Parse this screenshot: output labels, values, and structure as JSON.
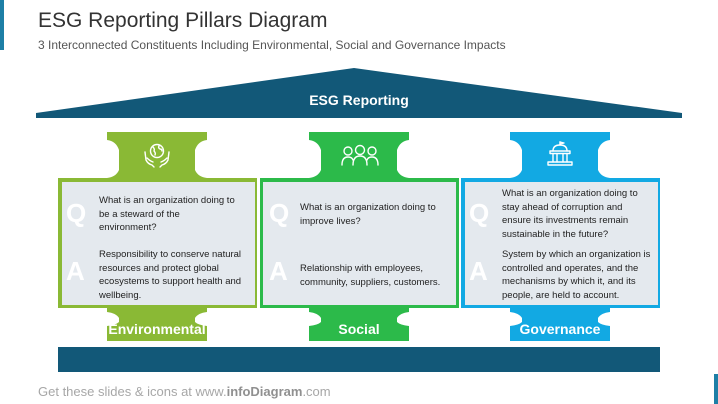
{
  "header": {
    "title": "ESG Reporting Pillars Diagram",
    "subtitle": "3 Interconnected Constituents Including  Environmental, Social and Governance Impacts"
  },
  "roof": {
    "label": "ESG Reporting"
  },
  "pillars": [
    {
      "name": "Environmental",
      "icon": "globe-in-hands-icon",
      "color": "#8ab935",
      "q_letter": "Q",
      "a_letter": "A",
      "question": "What is an organization doing to be a steward of the environment?",
      "answer": "Responsibility to conserve natural resources and protect global ecosystems to support health and wellbeing."
    },
    {
      "name": "Social",
      "icon": "people-group-icon",
      "color": "#2cba4a",
      "q_letter": "Q",
      "a_letter": "A",
      "question": "What is an organization doing to improve lives?",
      "answer": "Relationship with employees, community, suppliers, customers."
    },
    {
      "name": "Governance",
      "icon": "government-building-icon",
      "color": "#12a9e3",
      "q_letter": "Q",
      "a_letter": "A",
      "question": "What is an organization doing to stay ahead of corruption and ensure its investments remain sustainable in the future?",
      "answer": "System by which an organization is controlled and operates, and the mechanisms by which it, and its people, are held to account."
    }
  ],
  "colors": {
    "roof": "#125878",
    "base": "#125878",
    "panel": "#e4e9ee"
  },
  "footer": {
    "prefix": "Get these slides & icons at www.",
    "brand": "infoDiagram",
    "suffix": ".com"
  }
}
